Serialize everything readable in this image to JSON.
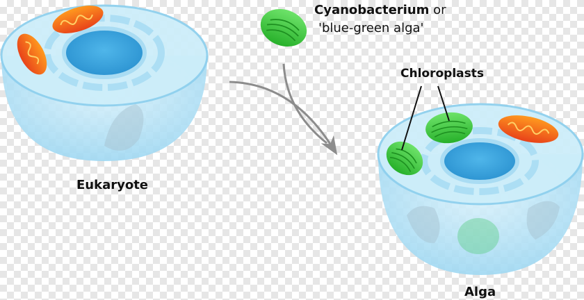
{
  "labels": {
    "eukaryote": "Eukaryote",
    "cyanobacterium": "Cyanobacterium",
    "cyanobacterium_or": " or",
    "blue_green_alga": "'blue-green alga'",
    "chloroplasts": "Chloroplasts",
    "alga": "Alga"
  },
  "colors": {
    "cytoplasm": "#bfe6f7",
    "cell_rim": "#8fd0ee",
    "nucleus": "#3aa6e0",
    "er": "#a9dcf3",
    "mitochondrion": "#f26a1b",
    "chloroplast": "#3dc83d",
    "arrow": "#8c8c8c",
    "text": "#111111"
  }
}
